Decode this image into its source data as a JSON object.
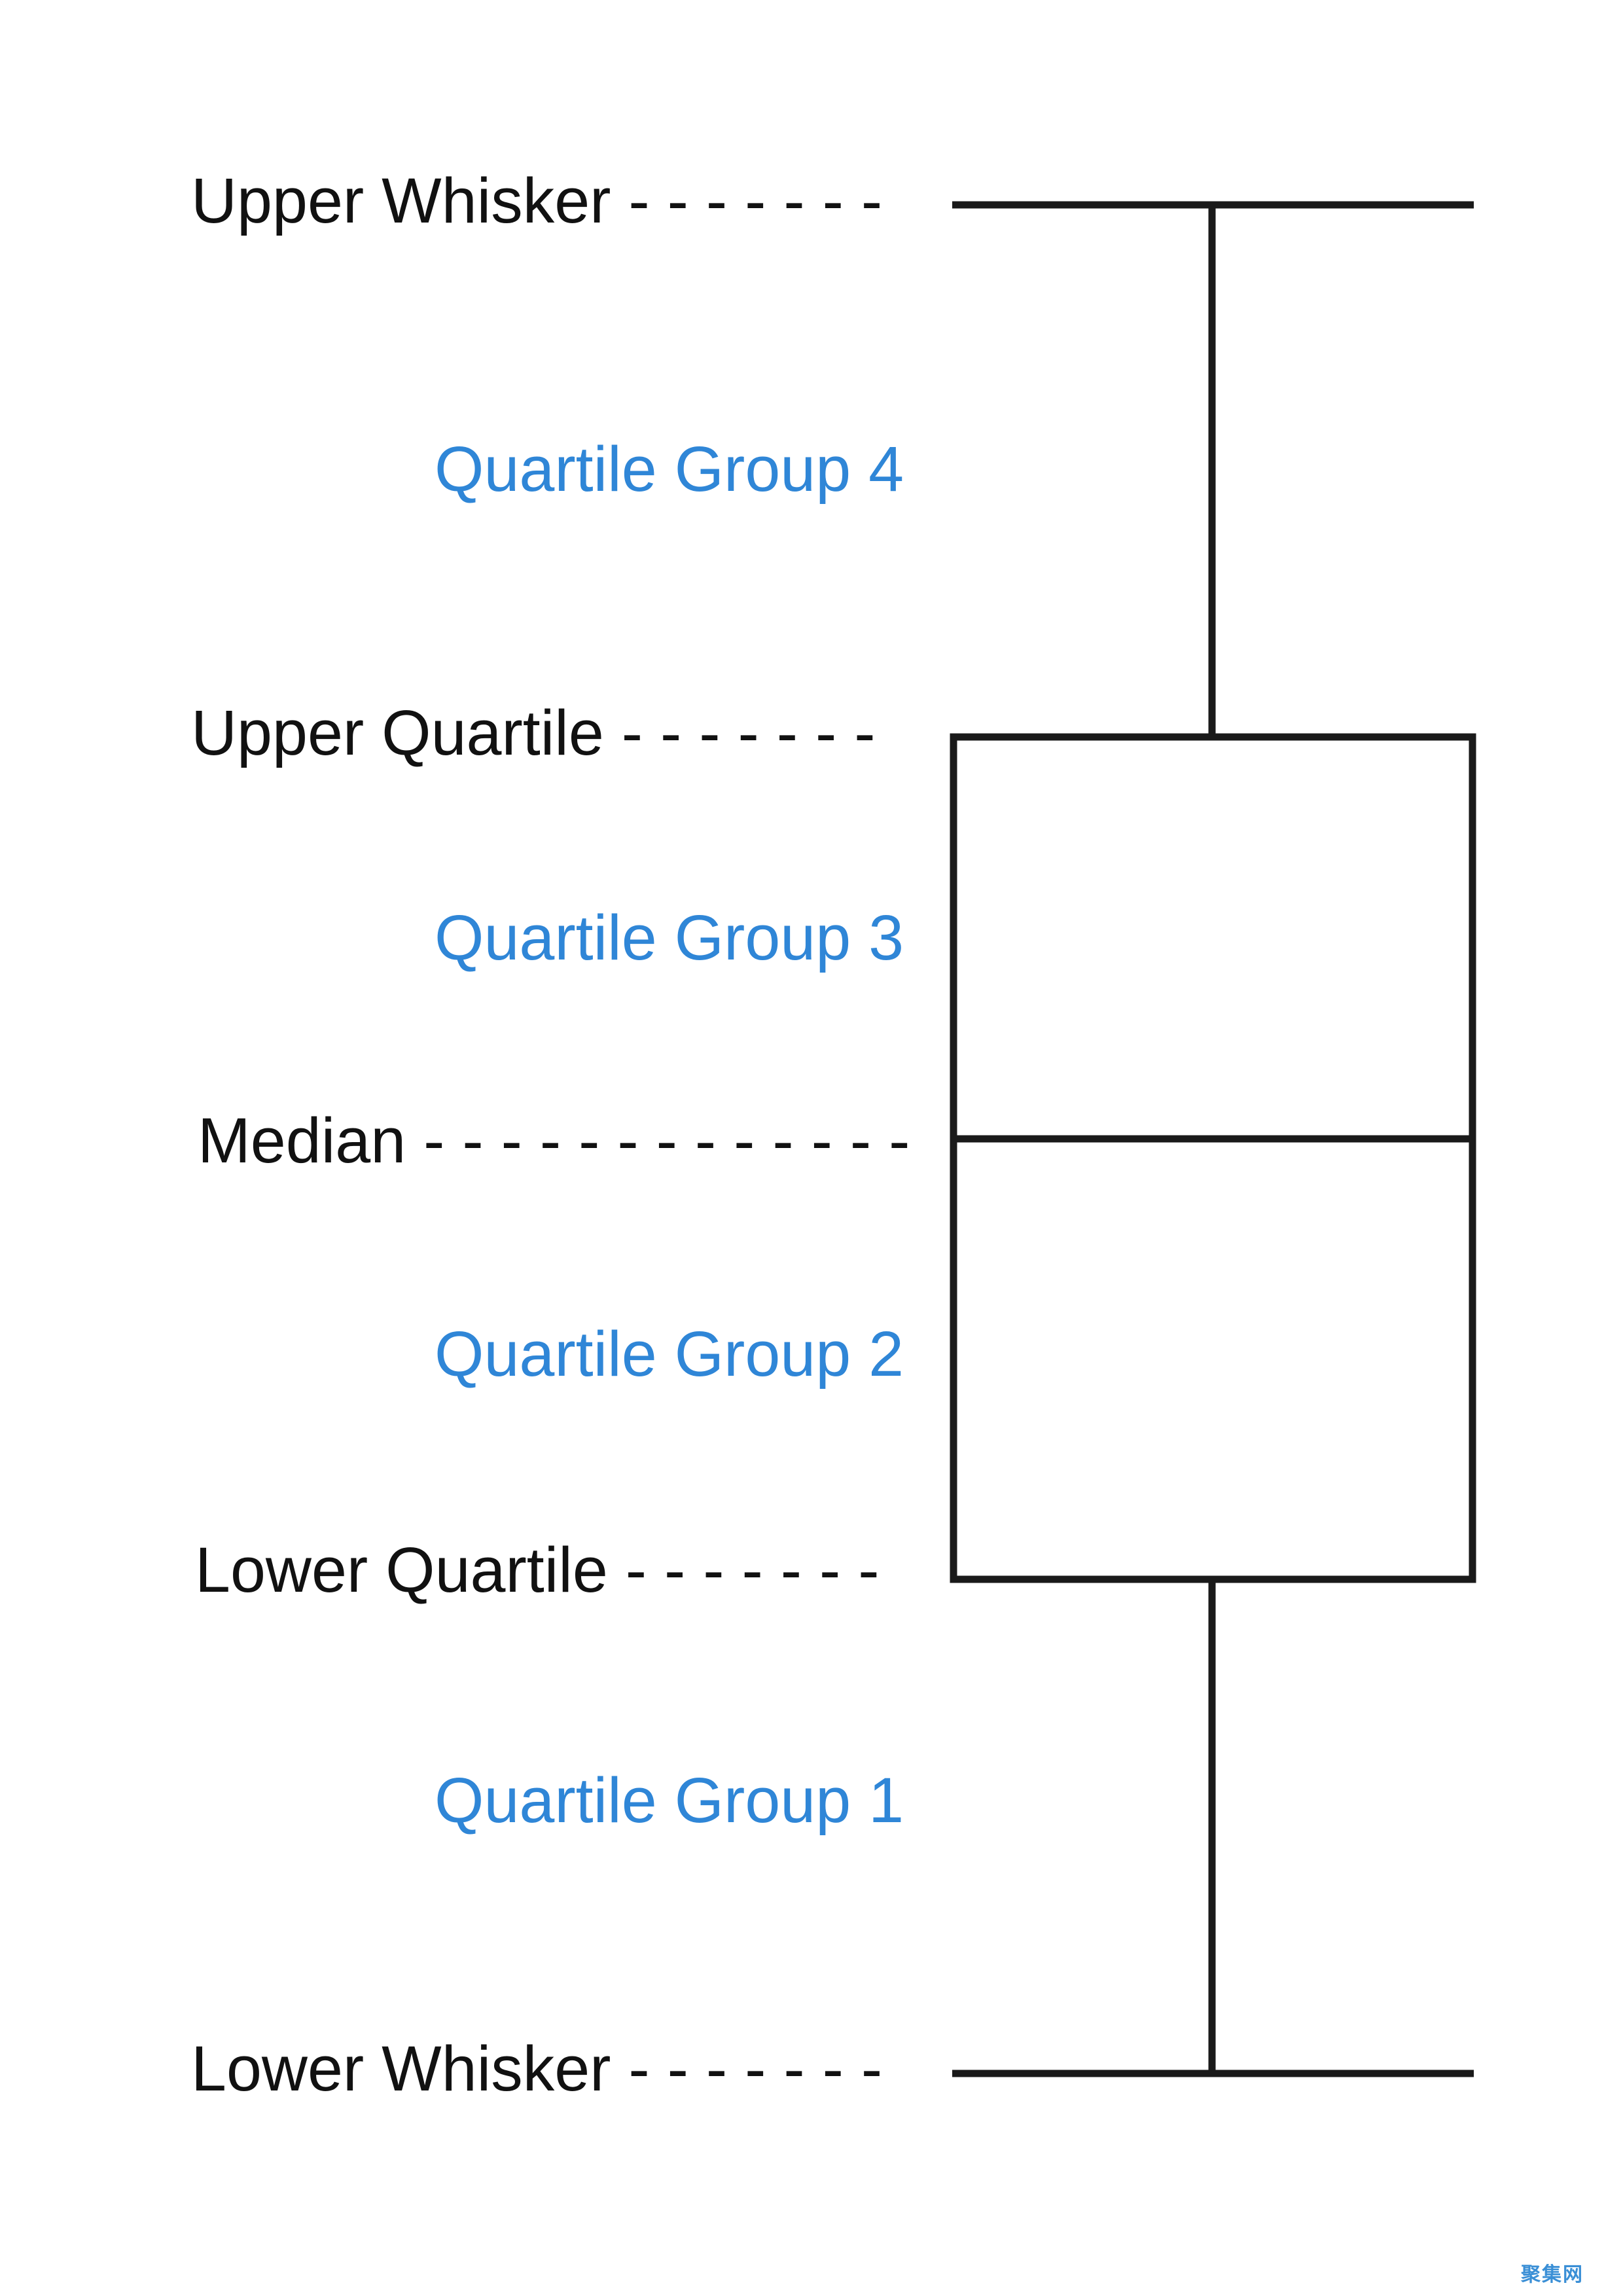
{
  "colors": {
    "label": "#111111",
    "group_label": "#2f86d7",
    "stroke": "#1a1a1a",
    "background": "#ffffff",
    "watermark": "#3a8fd6"
  },
  "labels": {
    "upper_whisker": "Upper Whisker - - - - - - -",
    "upper_quartile": "Upper Quartile - - - - - - -",
    "median": "Median - - - - - - - - - - - - -",
    "lower_quartile": "Lower Quartile - - - - - - -",
    "lower_whisker": "Lower Whisker - - - - - - -"
  },
  "groups": {
    "group_4": "Quartile Group 4",
    "group_3": "Quartile Group 3",
    "group_2": "Quartile Group 2",
    "group_1": "Quartile Group 1"
  },
  "watermark": "聚集网"
}
